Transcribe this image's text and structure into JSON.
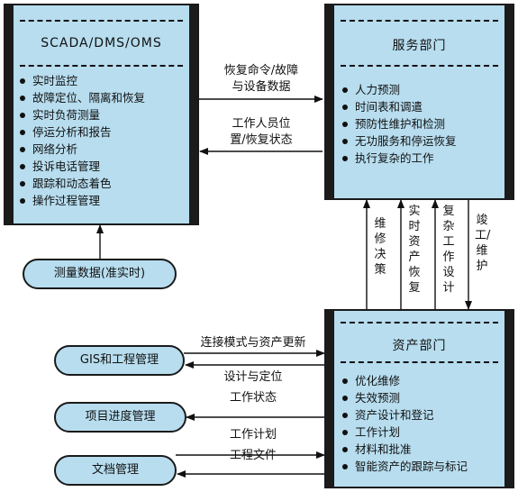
{
  "scada": {
    "title": "SCADA/DMS/OMS",
    "items": [
      "实时监控",
      "故障定位、隔离和恢复",
      "实时负荷测量",
      "停运分析和报告",
      "网络分析",
      "投诉电话管理",
      "跟踪和动态着色",
      "操作过程管理"
    ]
  },
  "service": {
    "title": "服务部门",
    "items": [
      "人力预测",
      "时间表和调遣",
      "预防性维护和检测",
      "无功服务和停运恢复",
      "执行复杂的工作"
    ]
  },
  "asset": {
    "title": "资产部门",
    "items": [
      "优化维修",
      "失效预测",
      "资产设计和登记",
      "工作计划",
      "材料和批准",
      "智能资产的跟踪与标记"
    ]
  },
  "pills": {
    "measurement": "测量数据(准实时)",
    "gis": "GIS和工程管理",
    "schedule": "项目进度管理",
    "docs": "文档管理"
  },
  "flows": {
    "scada_to_service_1": "恢复命令/故障",
    "scada_to_service_2": "与设备数据",
    "service_to_scada_1": "工作人员位",
    "service_to_scada_2": "置/恢复状态",
    "asset_to_service_1": "维修决策",
    "asset_to_service_2": "实时资产恢复",
    "asset_to_service_3": "复杂工作设计",
    "service_to_asset": "竣工/维护",
    "gis_1": "连接模式与资产更新",
    "gis_2": "设计与定位",
    "schedule_1": "工作状态",
    "docs_1": "工作计划",
    "docs_2": "工程文件"
  }
}
